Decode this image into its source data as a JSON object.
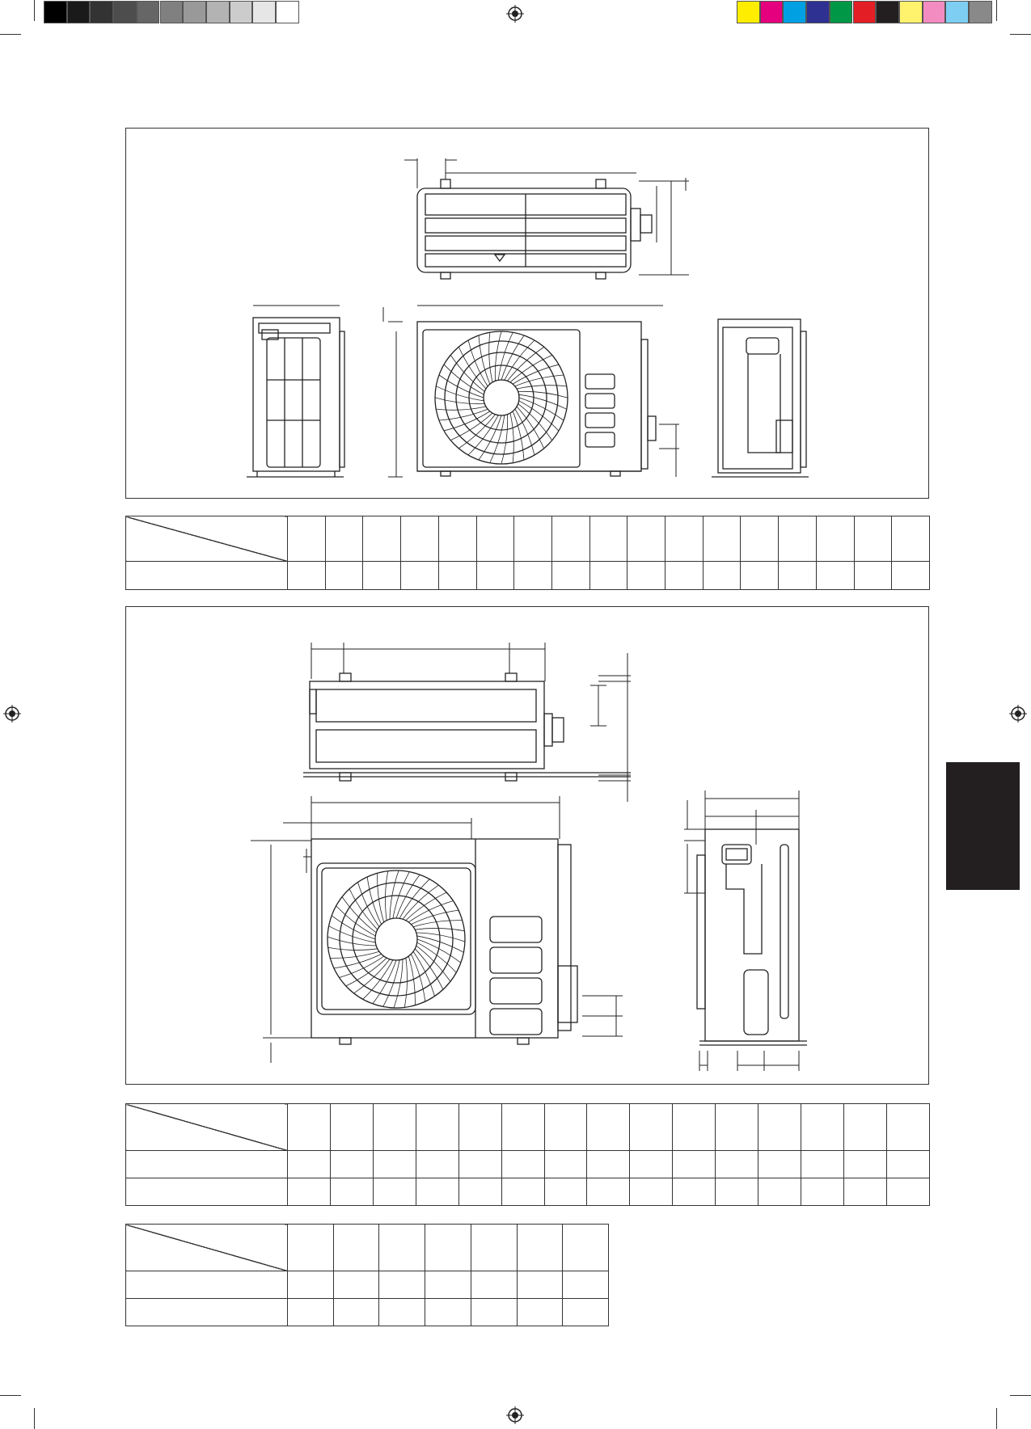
{
  "print_marks": {
    "grayscale": [
      "#000000",
      "#1a1a1a",
      "#333333",
      "#4d4d4d",
      "#666666",
      "#808080",
      "#999999",
      "#b3b3b3",
      "#cccccc",
      "#e6e6e6",
      "#ffffff"
    ],
    "process": [
      "#ffed00",
      "#e5007e",
      "#00a0e3",
      "#2e3192",
      "#009846",
      "#e31e24",
      "#231f20",
      "#fff36d",
      "#f38cc1",
      "#7ecef4",
      "#898989"
    ]
  },
  "section_1": {
    "caption": "",
    "table": {
      "cols": 17,
      "header_cells": [],
      "row_values": []
    }
  },
  "section_2": {
    "caption": "",
    "table_a": {
      "cols": 15,
      "rows": 2
    },
    "table_b": {
      "cols": 7,
      "rows": 2
    }
  },
  "side_tab": {
    "color": "#231f20",
    "label": ""
  }
}
